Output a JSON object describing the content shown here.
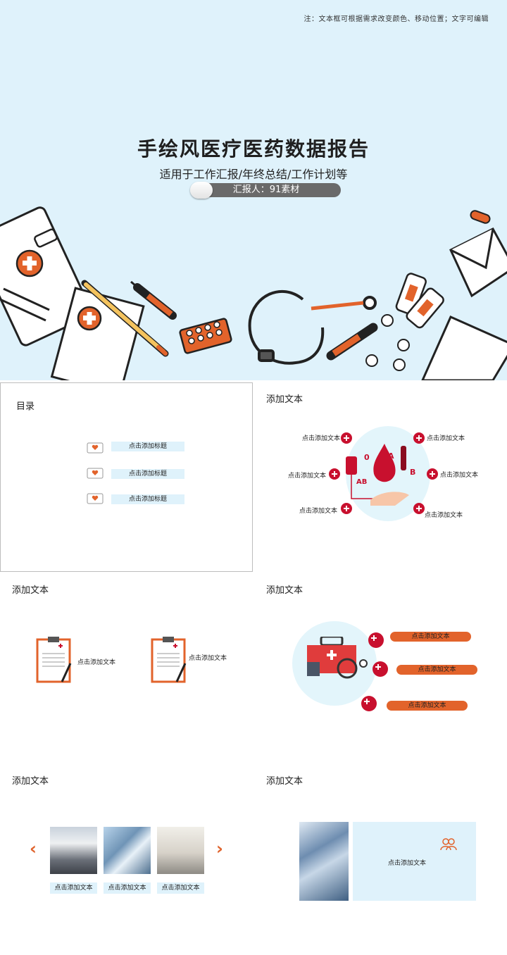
{
  "hero": {
    "note": "注：文本框可根据需求改变颜色、移动位置；文字可编辑",
    "title": "手绘风医疗医药数据报告",
    "subtitle": "适用于工作汇报/年终总结/工作计划等",
    "reporter": "汇报人：91素材"
  },
  "toc": {
    "title": "目录",
    "items": [
      "点击添加标题",
      "点击添加标题",
      "点击添加标题"
    ]
  },
  "blood": {
    "title": "添加文本",
    "labels": [
      "点击添加文本",
      "点击添加文本",
      "点击添加文本",
      "点击添加文本",
      "点击添加文本",
      "点击添加文本"
    ],
    "types": [
      "0",
      "A",
      "B",
      "AB"
    ]
  },
  "clipboards": {
    "title": "添加文本",
    "labels": [
      "点击添加文本",
      "点击添加文本"
    ]
  },
  "kit": {
    "title": "添加文本",
    "labels": [
      "点击添加文本",
      "点击添加文本",
      "点击添加文本"
    ]
  },
  "gallery": {
    "title": "添加文本",
    "captions": [
      "点击添加文本",
      "点击添加文本",
      "点击添加文本"
    ],
    "prev": "‹",
    "next": "›"
  },
  "building": {
    "title": "添加文本",
    "text": "点击添加文本"
  },
  "colors": {
    "accent": "#e2632b",
    "red": "#c8102e",
    "light_blue": "#dff2fb"
  }
}
